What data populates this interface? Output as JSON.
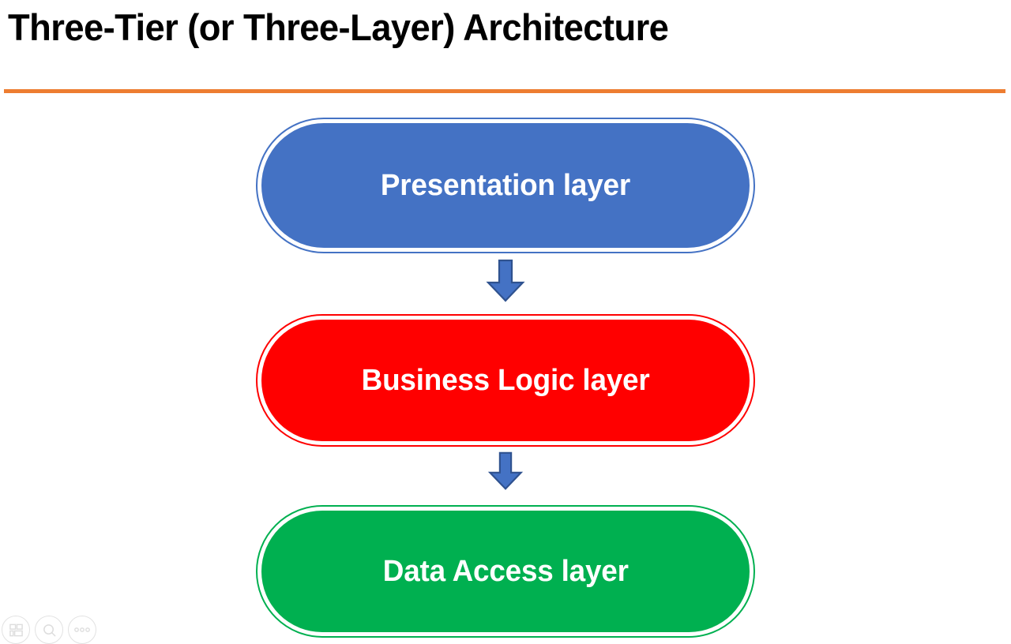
{
  "slide": {
    "title": "Three-Tier (or Three-Layer) Architecture",
    "background_color": "#FFFFFF",
    "rule_color": "#ED7D31"
  },
  "diagram": {
    "type": "vertical-flow",
    "layers": [
      {
        "id": "presentation",
        "label": "Presentation layer",
        "fill_color": "#4472C4",
        "text_color": "#FFFFFF",
        "border_style": "double-line"
      },
      {
        "id": "business-logic",
        "label": "Business Logic layer",
        "fill_color": "#FF0000",
        "text_color": "#FFFFFF",
        "border_style": "double-line"
      },
      {
        "id": "data-access",
        "label": "Data Access layer",
        "fill_color": "#00B050",
        "text_color": "#FFFFFF",
        "border_style": "double-line"
      }
    ],
    "connectors": [
      {
        "id": "arrow-presentation-to-business",
        "direction": "down",
        "fill_color": "#4472C4",
        "outline_color": "#2F528F"
      },
      {
        "id": "arrow-business-to-data",
        "direction": "down",
        "fill_color": "#4472C4",
        "outline_color": "#2F528F"
      }
    ]
  },
  "corner_icons": [
    {
      "id": "slide-layout",
      "name": "layout-icon"
    },
    {
      "id": "zoom",
      "name": "search-icon"
    },
    {
      "id": "more-options",
      "name": "more-options-icon"
    }
  ]
}
